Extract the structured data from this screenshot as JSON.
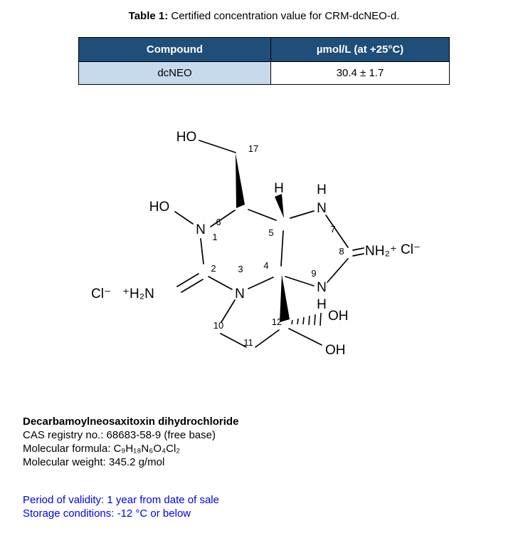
{
  "caption": {
    "label": "Table 1:",
    "text": " Certified concentration value for CRM-dcNEO-d."
  },
  "table": {
    "headers": [
      "Compound",
      "µmol/L (at +25°C)"
    ],
    "rows": [
      {
        "compound": "dcNEO",
        "value": "30.4 ± 1.7"
      }
    ]
  },
  "molecule": {
    "ho_top": "HO",
    "n17": "17",
    "h_c5": "H",
    "ho_left": "HO",
    "n1_atom": "N",
    "n1_num": "1",
    "c6_num": "6",
    "c5_num": "5",
    "n7_h": "H",
    "n7_atom": "N",
    "n7_num": "7",
    "c8_num": "8",
    "nh2_right": "NH₂⁺",
    "cl_right": "Cl⁻",
    "c2_num": "2",
    "n3_num": "3",
    "c4_num": "4",
    "n9_num": "9",
    "n9_atom": "N",
    "n9_h": "H",
    "cl_left": "Cl⁻",
    "h2n_left": "⁺H₂N",
    "n3_atom": "N",
    "c10_num": "10",
    "c11_num": "11",
    "c12_num": "12",
    "oh_upper": "OH",
    "oh_lower": "OH"
  },
  "info": {
    "name": "Decarbamoylneosaxitoxin dihydrochloride",
    "cas": "CAS registry no.: 68683-58-9 (free base)",
    "formula": "Molecular formula: C₉H₁₈N₆O₄Cl₂",
    "weight": "Molecular weight: 345.2 g/mol"
  },
  "validity": {
    "period": "Period of validity: 1 year from date of sale",
    "storage": "Storage conditions: -12 °C or below"
  },
  "colors": {
    "table_header_bg": "#1F4E79",
    "table_header_text": "#FFFFFF",
    "compound_cell_bg": "#C7D9ED",
    "validity_text": "#0000EE",
    "body_text": "#000000"
  }
}
